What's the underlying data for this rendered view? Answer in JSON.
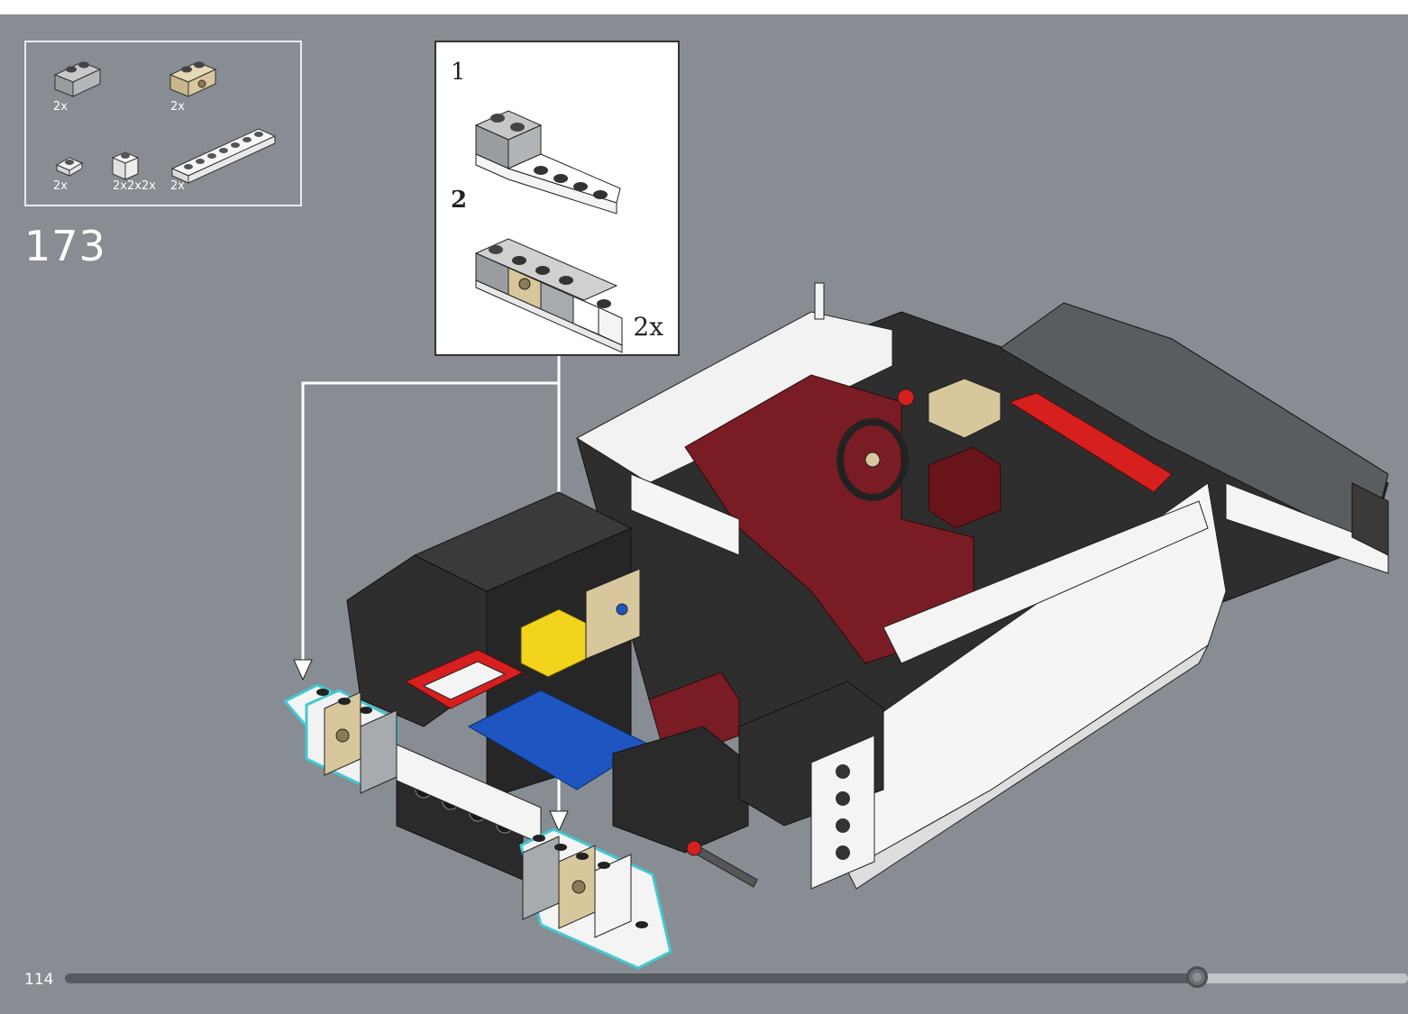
{
  "parts_list": {
    "items": [
      {
        "qty": "2x",
        "color": "#a8abae"
      },
      {
        "qty": "2x",
        "color": "#d8c79c"
      },
      {
        "qty": "2x",
        "color": "#e8e8e8"
      },
      {
        "qty": "2x2x2x",
        "color": "#f4f4f4"
      },
      {
        "qty": "2x",
        "color": "#f4f4f4"
      }
    ]
  },
  "step": {
    "number": "173"
  },
  "substeps": {
    "labels": [
      "1",
      "2"
    ],
    "multiplier": "2x"
  },
  "footer": {
    "page_number": "114",
    "progress_fraction": 0.843
  },
  "colors": {
    "background": "#878d92",
    "highlight_outline": "#45c7d0",
    "black_brick": "#3a3a3a",
    "white_brick": "#f5f5f5",
    "dark_red": "#7a1c24",
    "red": "#d61f1f",
    "blue": "#1f55c0",
    "yellow": "#f2d41c",
    "tan": "#d8c79c",
    "grey": "#a8abae"
  }
}
